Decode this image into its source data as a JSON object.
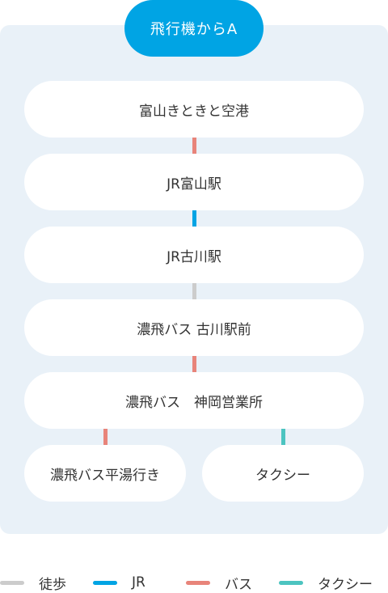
{
  "colors": {
    "accent": "#00a4e4",
    "walk": "#cccccc",
    "jr": "#00a4e4",
    "bus": "#e8847a",
    "taxi": "#4cc4c0"
  },
  "start_badge": "飛行機からA",
  "route": [
    {
      "label": "富山きときと空港"
    },
    {
      "label": "JR富山駅"
    },
    {
      "label": "JR古川駅"
    },
    {
      "label": "濃飛バス 古川駅前"
    },
    {
      "label": "濃飛バス　神岡営業所"
    }
  ],
  "segments": [
    "bus",
    "jr",
    "walk",
    "bus"
  ],
  "branches": [
    {
      "label": "濃飛バス平湯行き",
      "mode": "bus"
    },
    {
      "label": "タクシー",
      "mode": "taxi"
    }
  ],
  "legend": [
    {
      "label": "徒歩",
      "mode": "walk"
    },
    {
      "label": "JR",
      "mode": "jr"
    },
    {
      "label": "バス",
      "mode": "bus"
    },
    {
      "label": "タクシー",
      "mode": "taxi"
    }
  ]
}
